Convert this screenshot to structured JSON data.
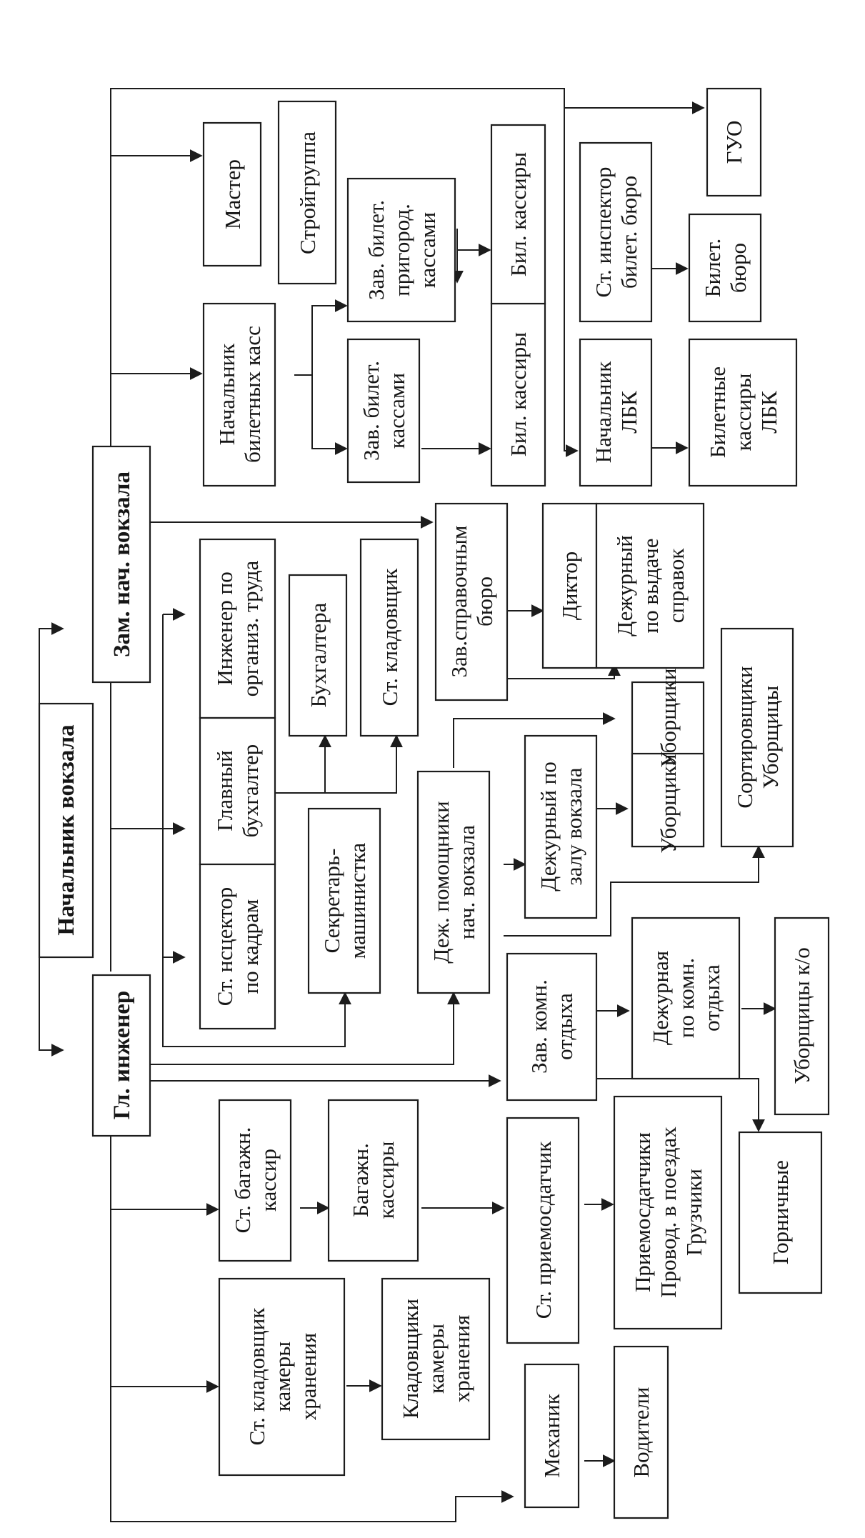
{
  "diagram": {
    "chief": [
      "Начальник вокзала"
    ],
    "deputy": [
      "Зам. нач. вокзала"
    ],
    "chief_engineer": [
      "Гл. инженер"
    ],
    "foreman": [
      "Мастер"
    ],
    "construction_group": [
      "Стройгруппа"
    ],
    "guo": [
      "ГУО"
    ],
    "ticket_office_head": [
      "Начальник",
      "билетных касс"
    ],
    "ticket_office_manager": [
      "Зав. билет.",
      "кассами"
    ],
    "suburban_ticket_manager": [
      "Зав. билет.",
      "пригород.",
      "кассами"
    ],
    "ticket_cashiers_1": [
      "Бил. кассиры"
    ],
    "ticket_cashiers_2": [
      "Бил. кассиры"
    ],
    "ticket_bureau_inspector": [
      "Ст. инспектор",
      "билет. бюро"
    ],
    "ticket_bureau": [
      "Билет.",
      "бюро"
    ],
    "lbk_head": [
      "Начальник",
      "ЛБК"
    ],
    "lbk_cashiers": [
      "Билетные",
      "кассиры",
      "ЛБК"
    ],
    "labor_engineer": [
      "Инженер по",
      "организ. труда"
    ],
    "chief_accountant": [
      "Главный",
      "бухгалтер"
    ],
    "hr_inspector": [
      "Ст. нсцектор",
      "по кадрам"
    ],
    "accountants": [
      "Бухгалтера"
    ],
    "senior_storekeeper": [
      "Ст. кладовщик"
    ],
    "secretary": [
      "Секретарь-",
      "машинистка"
    ],
    "info_bureau_manager": [
      "Зав.справочным",
      "бюро"
    ],
    "announcer": [
      "Диктор"
    ],
    "info_duty": [
      "Дежурный",
      "по выдаче",
      "справок"
    ],
    "duty_assistants": [
      "Деж. помощники",
      "нач. вокзала"
    ],
    "hall_duty": [
      "Дежурный по",
      "залу вокзала"
    ],
    "cleaners_1": [
      "Уборщики"
    ],
    "cleaners_2": [
      "Уборщики"
    ],
    "sorters": [
      "Сортировщики",
      "Уборщицы"
    ],
    "rest_room_manager": [
      "Зав. комн.",
      "отдыха"
    ],
    "rest_room_duty": [
      "Дежурная",
      "по комн.",
      "отдыха"
    ],
    "rest_room_cleaners": [
      "Уборщицы к/о"
    ],
    "maids": [
      "Горничные"
    ],
    "baggage_cashier_senior": [
      "Ст. багажн.",
      "кассир"
    ],
    "baggage_cashiers": [
      "Багажн.",
      "кассиры"
    ],
    "senior_receiver": [
      "Ст. приемосдатчик"
    ],
    "receivers": [
      "Приемосдатчики",
      "Провод. в поездах",
      "Грузчики"
    ],
    "storage_senior": [
      "Ст. кладовщик",
      "камеры",
      "хранения"
    ],
    "storage_keepers": [
      "Кладовщики",
      "камеры",
      "хранения"
    ],
    "mechanic": [
      "Механик"
    ],
    "drivers": [
      "Водители"
    ]
  }
}
